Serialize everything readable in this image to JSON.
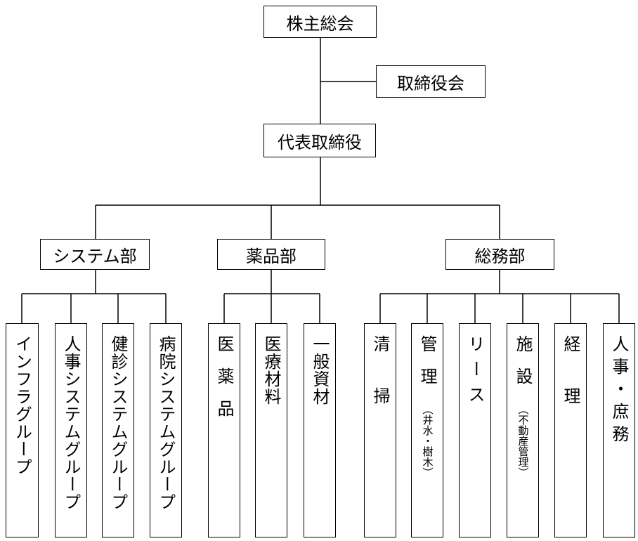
{
  "top": {
    "shareholders": "株主総会",
    "board": "取締役会",
    "ceo": "代表取締役"
  },
  "departments": {
    "system": "システム部",
    "pharma": "薬品部",
    "general": "総務部"
  },
  "groups": {
    "infra": "インフラグループ",
    "hr_system": "人事システムグループ",
    "health_system": "健診システムグループ",
    "hospital_system": "病院システムグループ",
    "medicine": "医薬品",
    "medical_materials": "医療材料",
    "general_materials": "一般資材",
    "cleaning": "清掃",
    "management": "管理",
    "management_note": "（井水・樹木）",
    "lease": "リース",
    "facility": "施設",
    "facility_note": "（不動産管理）",
    "accounting": "経理",
    "hr_general": "人事・庶務"
  }
}
